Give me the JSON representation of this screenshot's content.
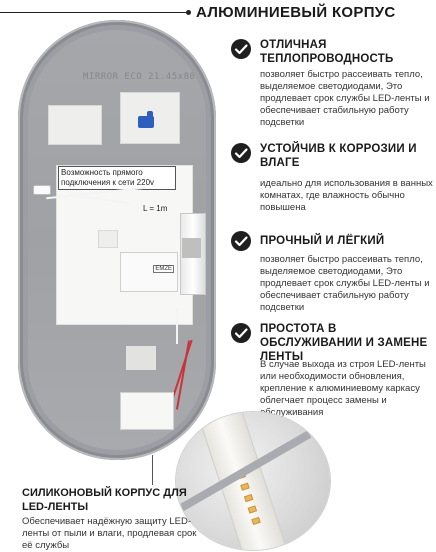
{
  "header": {
    "title": "АЛЮМИНИЕВЫЙ КОРПУС"
  },
  "photo": {
    "engraving": "MIRROR ECO 21.45х80",
    "sheet_note": "Возможность прямого подключения к сети 220v",
    "length_label": "L = 1m",
    "product_label_brand": "EMZE"
  },
  "features": [
    {
      "title": "ОТЛИЧНАЯ ТЕПЛОПРОВОДНОСТЬ",
      "desc": "позволяет быстро рассеивать тепло, выделяемое светодиодами, Это продлевает срок службы LED-ленты и обеспечивает стабильную работу подсветки"
    },
    {
      "title": "УСТОЙЧИВ К КОРРОЗИИ И ВЛАГЕ",
      "desc": "идеально для использования в ванных комнатах, где влажность обычно повышена"
    },
    {
      "title": "ПРОЧНЫЙ И ЛЁГКИЙ",
      "desc": "позволяет быстро рассеивать тепло, выделяемое светодиодами, Это продлевает срок службы LED-ленты и обеспечивает стабильную работу подсветки"
    },
    {
      "title": "ПРОСТОТА В ОБСЛУЖИВАНИИ И ЗАМЕНЕ ЛЕНТЫ",
      "desc": "В случае выхода из строя LED-ленты или необходимости обновления, крепление к алюминиевому каркасу облегчает процесс замены и обслуживания"
    }
  ],
  "silicone": {
    "title": "СИЛИКОНОВЫЙ КОРПУС ДЛЯ LED-ЛЕНТЫ",
    "desc": "Обеспечивает надёжную защиту LED-ленты от пыли и влаги, продлевая срок её службы"
  },
  "icons": {
    "feature_icon": "checkmark-circle-icon"
  },
  "colors": {
    "frame": "#9c9ea3",
    "check_bg": "#1f1f1f",
    "text": "#1a1a1a"
  }
}
